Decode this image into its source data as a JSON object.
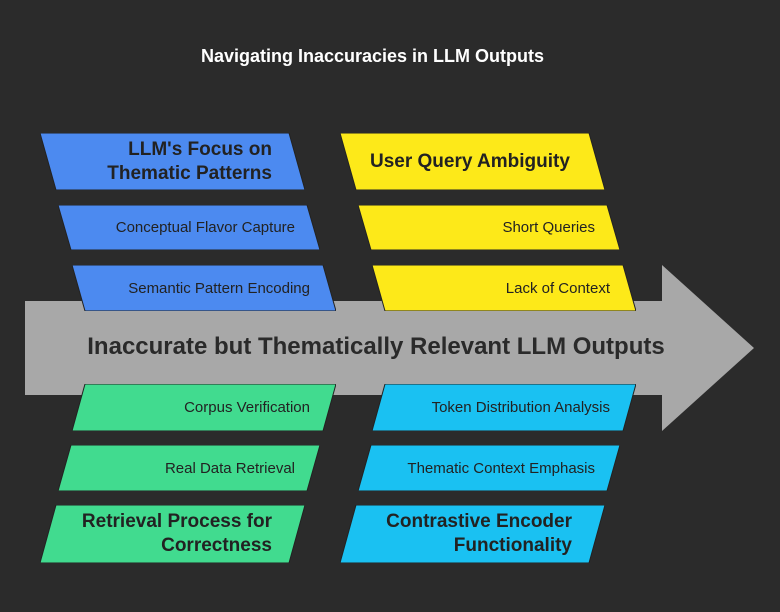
{
  "title": "Navigating Inaccuracies in LLM Outputs",
  "central_arrow": {
    "label": "Inaccurate but Thematically Relevant LLM Outputs",
    "color": "#a8a8a8"
  },
  "colors": {
    "blue": "#4c8af0",
    "yellow": "#fde919",
    "green": "#41db8f",
    "cyan": "#1ac1f2"
  },
  "groups": {
    "llm_focus": {
      "header": "LLM's Focus on Thematic Patterns",
      "items": [
        "Conceptual Flavor Capture",
        "Semantic Pattern Encoding"
      ]
    },
    "user_query": {
      "header": "User Query Ambiguity",
      "items": [
        "Short Queries",
        "Lack of Context"
      ]
    },
    "retrieval": {
      "header": "Retrieval Process for Correctness",
      "items": [
        "Corpus Verification",
        "Real Data Retrieval"
      ]
    },
    "encoder": {
      "header": "Contrastive Encoder Functionality",
      "items": [
        "Token Distribution Analysis",
        "Thematic Context Emphasis"
      ]
    }
  }
}
